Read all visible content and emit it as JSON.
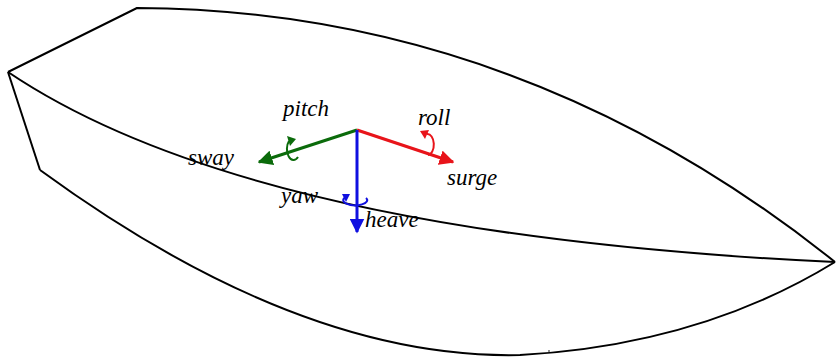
{
  "diagram": {
    "labels": [
      "pitch",
      "sway",
      "roll",
      "surge",
      "yaw",
      "heave"
    ]
  }
}
